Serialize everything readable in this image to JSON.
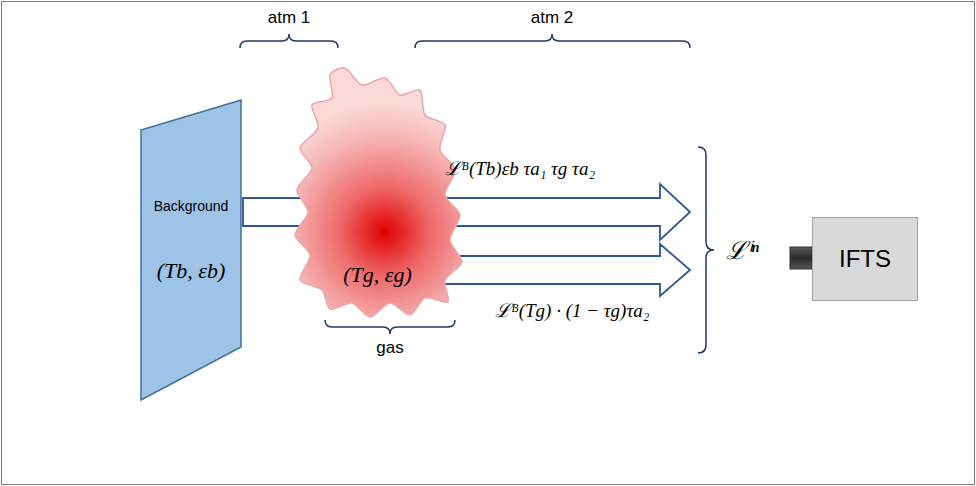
{
  "diagram": {
    "nodes": [
      {
        "text": [
          "Background",
          "(Tb, εb)"
        ]
      },
      {
        "text": [
          "(Tg, εg)"
        ]
      },
      {
        "text": [
          "IFTS"
        ]
      }
    ],
    "labels": [
      "atm 1",
      "atm 2",
      "ℒᴮ(Tb)εb τa₁ τg τa₂",
      "ℒᴮ(Tg) · (1 − τg)τa₂",
      "ℒⁱⁿ",
      "gas"
    ]
  }
}
